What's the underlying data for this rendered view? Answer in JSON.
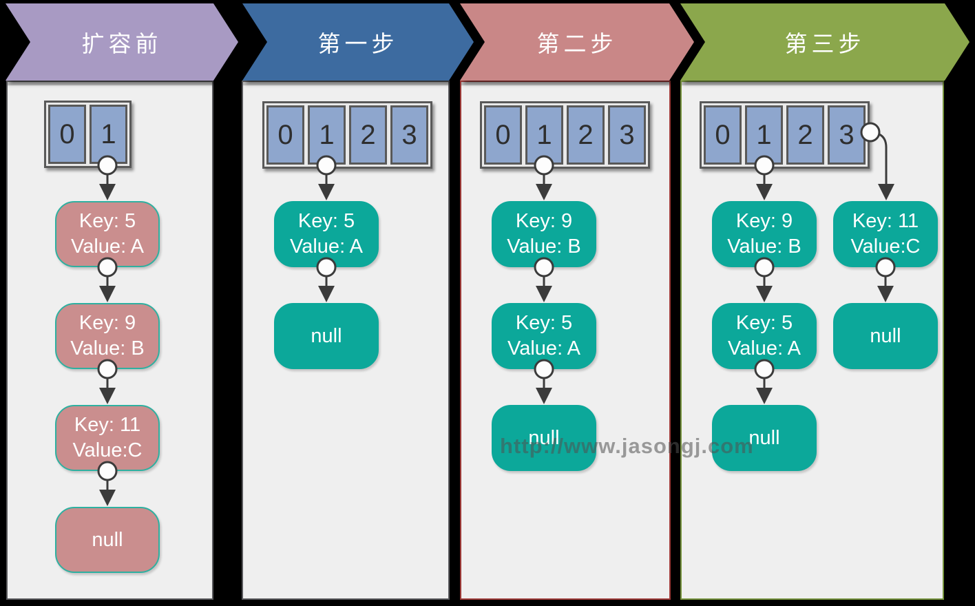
{
  "watermark": "http://www.jasongj.com",
  "line_color": "#3b3b3b",
  "columns": [
    {
      "banner": {
        "label": "扩容前",
        "color": "#a89ac3"
      },
      "panel": {
        "background": "#efefef",
        "border_color": "#58585b"
      },
      "array": {
        "cells": [
          "0",
          "1"
        ],
        "cell_color": "#8ea6cd",
        "linked_cell": "1"
      },
      "chains": [
        {
          "from_cell": "1",
          "node_color": "#ca8e8e",
          "node_border": "#2eb0a0",
          "nodes": [
            [
              "Key: 5",
              "Value: A"
            ],
            [
              "Key: 9",
              "Value: B"
            ],
            [
              "Key: 11",
              "Value:C"
            ],
            [
              "null"
            ]
          ]
        }
      ]
    },
    {
      "banner": {
        "label": "第一步",
        "color": "#3d6ba0"
      },
      "panel": {
        "background": "#efefef",
        "border_color": "#58585b"
      },
      "array": {
        "cells": [
          "0",
          "1",
          "2",
          "3"
        ],
        "cell_color": "#8ea6cd",
        "linked_cell": "1"
      },
      "chains": [
        {
          "from_cell": "1",
          "node_color": "#0ca89a",
          "node_border": "#0ca89a",
          "nodes": [
            [
              "Key: 5",
              "Value: A"
            ],
            [
              "null"
            ]
          ]
        }
      ]
    },
    {
      "banner": {
        "label": "第二步",
        "color": "#c98787"
      },
      "panel": {
        "background": "#efefef",
        "border_color": "#9e3a38"
      },
      "array": {
        "cells": [
          "0",
          "1",
          "2",
          "3"
        ],
        "cell_color": "#8ea6cd",
        "linked_cell": "1"
      },
      "chains": [
        {
          "from_cell": "1",
          "node_color": "#0ca89a",
          "node_border": "#0ca89a",
          "nodes": [
            [
              "Key: 9",
              "Value: B"
            ],
            [
              "Key: 5",
              "Value: A"
            ],
            [
              "null"
            ]
          ]
        }
      ]
    },
    {
      "banner": {
        "label": "第三步",
        "color": "#8ba74c"
      },
      "panel": {
        "background": "#efefef",
        "border_color": "#75923c"
      },
      "array": {
        "cells": [
          "0",
          "1",
          "2",
          "3"
        ],
        "cell_color": "#8ea6cd",
        "linked_cell": "1"
      },
      "chains": [
        {
          "from_cell": "1",
          "node_color": "#0ca89a",
          "node_border": "#0ca89a",
          "nodes": [
            [
              "Key: 9",
              "Value: B"
            ],
            [
              "Key: 5",
              "Value: A"
            ],
            [
              "null"
            ]
          ]
        },
        {
          "from_cell": "3",
          "node_color": "#0ca89a",
          "node_border": "#0ca89a",
          "nodes": [
            [
              "Key: 11",
              "Value:C"
            ],
            [
              "null"
            ]
          ]
        }
      ]
    }
  ]
}
